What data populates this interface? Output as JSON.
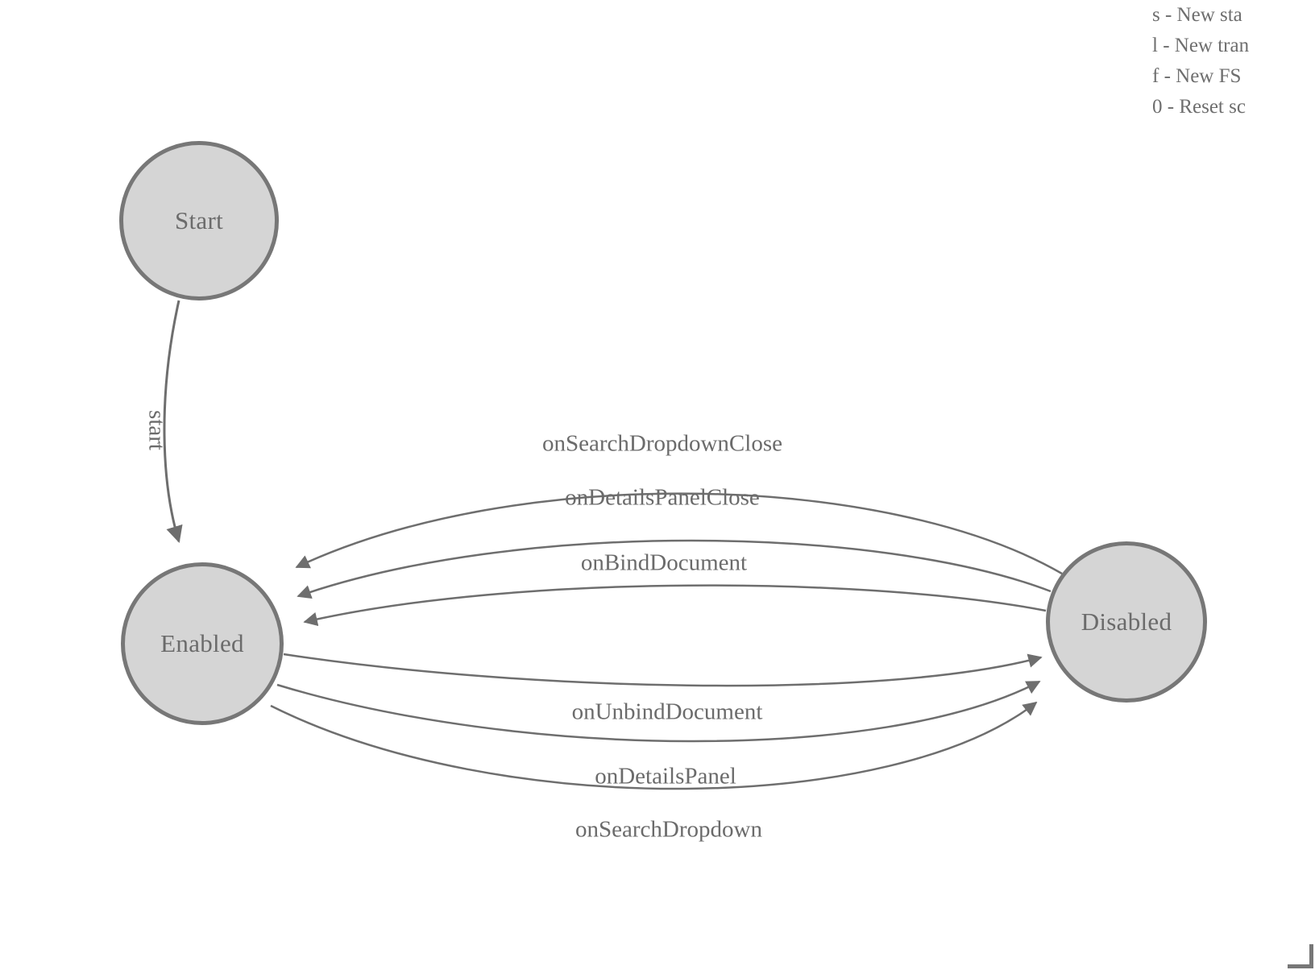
{
  "legend": {
    "lines": [
      "s - New sta",
      "l - New tran",
      "f - New FS",
      "0 - Reset sc"
    ]
  },
  "diagram": {
    "title": "FSM state diagram",
    "nodes": [
      {
        "id": "start",
        "label": "Start"
      },
      {
        "id": "enabled",
        "label": "Enabled"
      },
      {
        "id": "disabled",
        "label": "Disabled"
      }
    ],
    "edges": [
      {
        "from": "start",
        "to": "enabled",
        "label": "start"
      },
      {
        "from": "disabled",
        "to": "enabled",
        "label": "onSearchDropdownClose"
      },
      {
        "from": "disabled",
        "to": "enabled",
        "label": "onDetailsPanelClose"
      },
      {
        "from": "disabled",
        "to": "enabled",
        "label": "onBindDocument"
      },
      {
        "from": "enabled",
        "to": "disabled",
        "label": "onUnbindDocument"
      },
      {
        "from": "enabled",
        "to": "disabled",
        "label": "onDetailsPanel"
      },
      {
        "from": "enabled",
        "to": "disabled",
        "label": "onSearchDropdown"
      }
    ]
  },
  "colors": {
    "node_fill": "#d5d5d5",
    "node_stroke": "#777777",
    "edge_stroke": "#6e6e6e",
    "text": "#6b6b6b",
    "background": "#ffffff"
  }
}
